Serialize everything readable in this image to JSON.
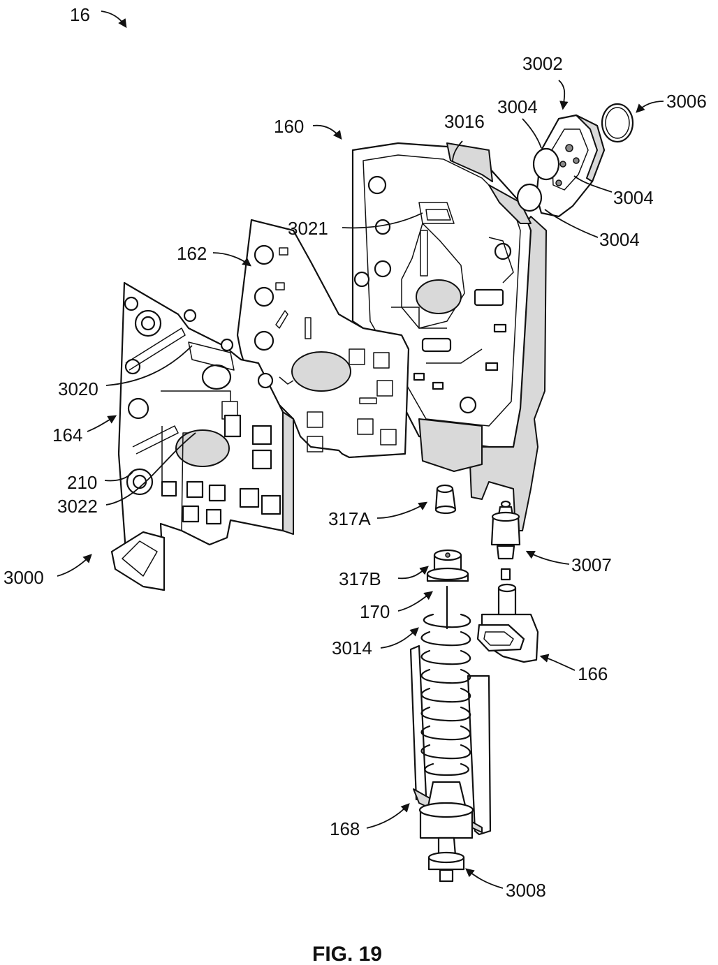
{
  "figure": {
    "caption": "FIG. 19",
    "assembly_ref": "16",
    "labels": {
      "l160": "160",
      "l162": "162",
      "l164": "164",
      "l166": "166",
      "l168": "168",
      "l170": "170",
      "l210": "210",
      "l3000": "3000",
      "l3002": "3002",
      "l3004a": "3004",
      "l3004b": "3004",
      "l3004c": "3004",
      "l3006": "3006",
      "l3007": "3007",
      "l3008": "3008",
      "l3014": "3014",
      "l3016": "3016",
      "l3020": "3020",
      "l3021": "3021",
      "l3022": "3022",
      "l317A": "317A",
      "l317B": "317B"
    }
  }
}
